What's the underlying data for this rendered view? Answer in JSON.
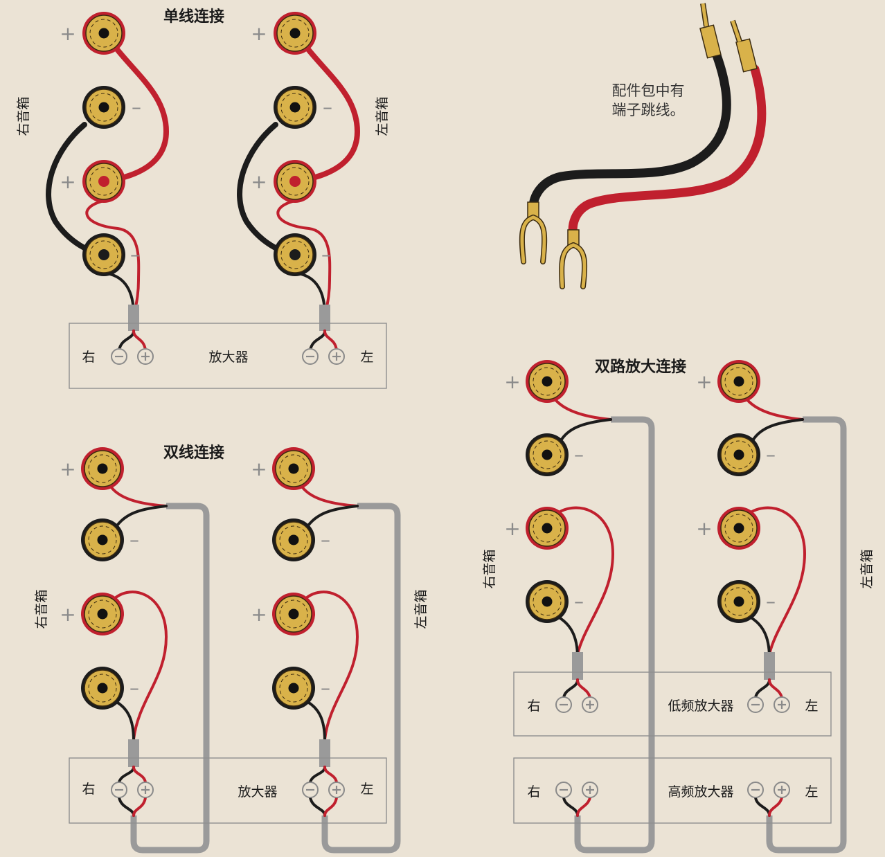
{
  "sections": {
    "single": {
      "title": "单线连接",
      "speaker_right": "右音箱",
      "speaker_left": "左音箱",
      "amp_label": "放大器",
      "right": "右",
      "left": "左"
    },
    "bi_wire": {
      "title": "双线连接",
      "speaker_right": "右音箱",
      "speaker_left": "左音箱",
      "amp_label": "放大器",
      "right": "右",
      "left": "左"
    },
    "bi_amp": {
      "title": "双路放大连接",
      "speaker_right": "右音箱",
      "speaker_left": "左音箱",
      "low_amp_label": "低频放大器",
      "high_amp_label": "高频放大器",
      "right": "右",
      "left": "左"
    }
  },
  "accessory": {
    "note_line1": "配件包中有",
    "note_line2": "端子跳线。"
  },
  "polarity": {
    "plus": "+",
    "minus": "–"
  },
  "colors": {
    "background": "#ebe3d5",
    "positive_wire": "#c0202e",
    "negative_wire": "#1c1c1c",
    "cable_sheath": "#9a9a9a",
    "terminal_gold": "#d9b24a"
  }
}
